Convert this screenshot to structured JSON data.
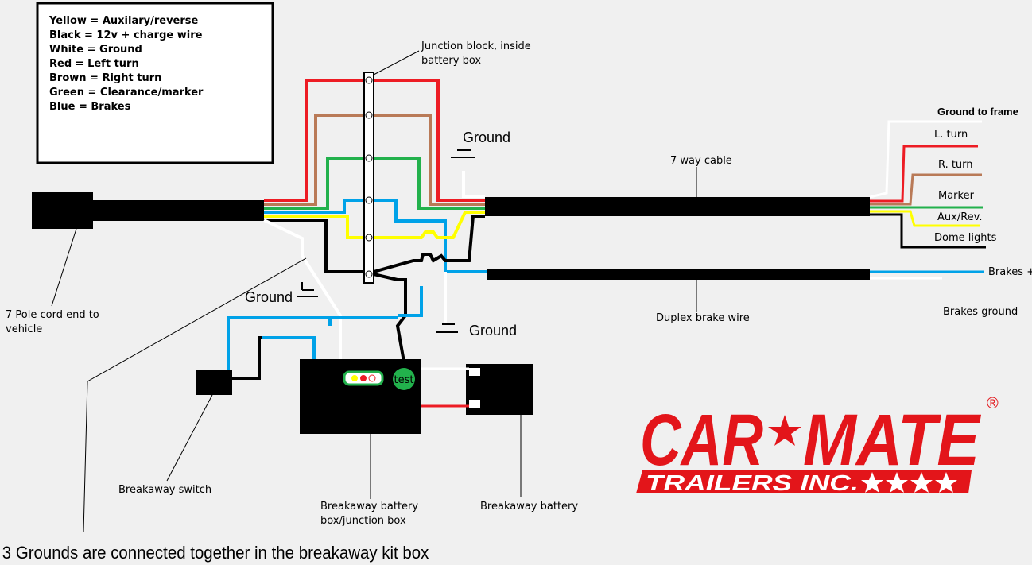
{
  "legend": {
    "entries": [
      "Yellow = Auxilary/reverse",
      "Black = 12v + charge wire",
      "White = Ground",
      "Red = Left turn",
      "Brown = Right turn",
      "Green = Clearance/marker",
      "Blue = Brakes"
    ]
  },
  "labels": {
    "junction_block_line1": "Junction block, inside",
    "junction_block_line2": "battery box",
    "ground_top": "Ground",
    "ground_left": "Ground",
    "ground_mid": "Ground",
    "seven_way_cable": "7 way cable",
    "duplex_brake_wire": "Duplex brake wire",
    "pole_cord_line1": "7 Pole cord end to",
    "pole_cord_line2": "vehicle",
    "breakaway_switch": "Breakaway switch",
    "breakaway_box_line1": "Breakaway battery",
    "breakaway_box_line2": "box/junction box",
    "breakaway_battery": "Breakaway battery",
    "test": "test",
    "ground_to_frame": "Ground to frame",
    "l_turn": "L. turn",
    "r_turn": "R. turn",
    "marker": "Marker",
    "aux_rev": "Aux/Rev.",
    "dome_lights": "Dome lights",
    "brakes_plus": "Brakes +",
    "brakes_ground": "Brakes ground"
  },
  "footer": "3 Grounds are connected together in the breakaway kit box",
  "logo": {
    "top_left": "CAR",
    "top_right": "MATE",
    "bottom": "TRAILERS INC.",
    "registered": "®"
  },
  "colors": {
    "yellow": "#ffff00",
    "black": "#000000",
    "white": "#ffffff",
    "red": "#ed1c24",
    "brown": "#b97a57",
    "green": "#22b14c",
    "blue": "#00a2e8",
    "logo_red": "#e3151a",
    "background": "#f0f0f0"
  }
}
